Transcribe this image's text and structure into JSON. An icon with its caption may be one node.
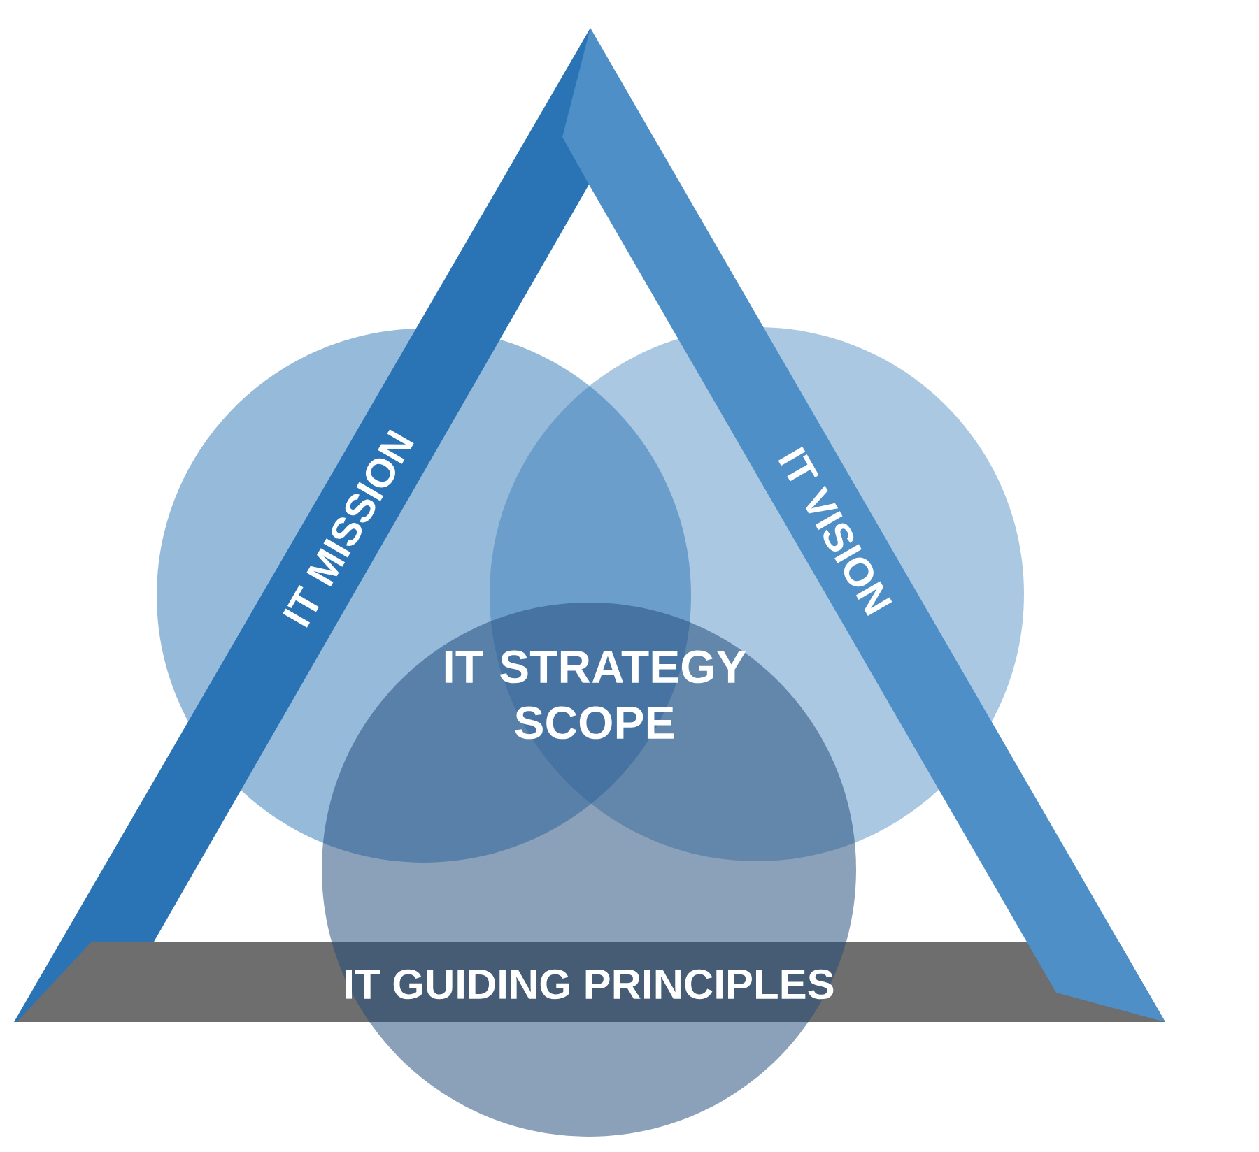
{
  "diagram": {
    "nodes": [
      {
        "text": [
          "IT MISSION"
        ]
      },
      {
        "text": [
          "IT VISION"
        ]
      },
      {
        "text": [
          "IT STRATEGY SCOPE"
        ]
      },
      {
        "text": [
          "IT GUIDING PRINCIPLES"
        ]
      }
    ]
  }
}
